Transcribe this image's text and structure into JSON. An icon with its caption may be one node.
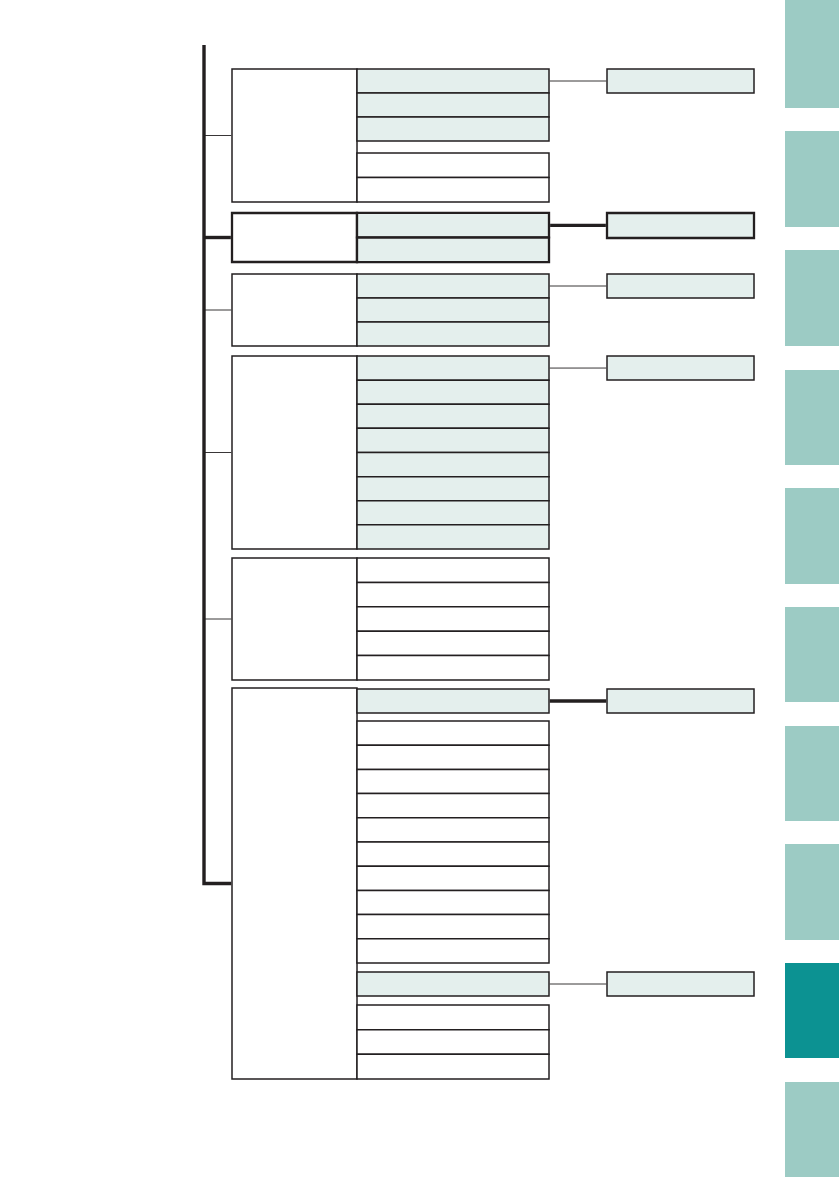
{
  "diagram": {
    "nodes": [
      {
        "text": [],
        "shape": "box"
      },
      {
        "text": [],
        "shape": "box"
      },
      {
        "text": [],
        "shape": "box"
      },
      {
        "text": [],
        "shape": "box"
      },
      {
        "text": [],
        "shape": "box"
      },
      {
        "text": [],
        "shape": "box"
      },
      {
        "text": [],
        "shape": "box"
      },
      {
        "text": [],
        "shape": "box"
      },
      {
        "text": [],
        "shape": "box"
      },
      {
        "text": [],
        "shape": "box"
      },
      {
        "text": [],
        "shape": "box"
      },
      {
        "text": [],
        "shape": "box"
      },
      {
        "text": [],
        "shape": "box"
      },
      {
        "text": [],
        "shape": "box"
      },
      {
        "text": [],
        "shape": "box"
      },
      {
        "text": [],
        "shape": "box"
      },
      {
        "text": [],
        "shape": "box"
      },
      {
        "text": [],
        "shape": "box"
      },
      {
        "text": [],
        "shape": "box"
      },
      {
        "text": [],
        "shape": "box"
      },
      {
        "text": [],
        "shape": "box"
      },
      {
        "text": [],
        "shape": "box"
      },
      {
        "text": [],
        "shape": "box"
      },
      {
        "text": [],
        "shape": "box"
      },
      {
        "text": [],
        "shape": "box"
      },
      {
        "text": [],
        "shape": "box"
      },
      {
        "text": [],
        "shape": "box"
      },
      {
        "text": [],
        "shape": "box"
      },
      {
        "text": [],
        "shape": "box"
      },
      {
        "text": [],
        "shape": "box"
      },
      {
        "text": [],
        "shape": "box"
      },
      {
        "text": [],
        "shape": "box"
      },
      {
        "text": [],
        "shape": "box"
      },
      {
        "text": [],
        "shape": "box"
      },
      {
        "text": [],
        "shape": "box"
      },
      {
        "text": [],
        "shape": "box"
      },
      {
        "text": [],
        "shape": "box"
      },
      {
        "text": [],
        "shape": "box"
      },
      {
        "text": [],
        "shape": "box"
      },
      {
        "text": [],
        "shape": "box"
      },
      {
        "text": [],
        "shape": "box"
      },
      {
        "text": [],
        "shape": "box"
      },
      {
        "text": [],
        "shape": "box"
      },
      {
        "text": [],
        "shape": "box"
      },
      {
        "text": [],
        "shape": "box"
      },
      {
        "text": [],
        "shape": "box"
      },
      {
        "text": [],
        "shape": "box"
      },
      {
        "text": [],
        "shape": "box"
      },
      {
        "text": [],
        "shape": "box"
      },
      {
        "text": [],
        "shape": "box"
      }
    ],
    "edges": [
      {
        "from": null,
        "to": 0,
        "arrow": "none"
      },
      {
        "from": null,
        "to": 7,
        "arrow": "none",
        "style": "thick"
      },
      {
        "from": null,
        "to": 11,
        "arrow": "none"
      },
      {
        "from": null,
        "to": 16,
        "arrow": "none"
      },
      {
        "from": null,
        "to": 26,
        "arrow": "none"
      },
      {
        "from": null,
        "to": 32,
        "arrow": "none",
        "style": "thick"
      },
      {
        "from": 1,
        "to": 6,
        "arrow": "none"
      },
      {
        "from": 8,
        "to": 10,
        "arrow": "none",
        "style": "thick"
      },
      {
        "from": 12,
        "to": 15,
        "arrow": "none"
      },
      {
        "from": 17,
        "to": 25,
        "arrow": "none"
      },
      {
        "from": 33,
        "to": 48,
        "arrow": "none",
        "style": "thick"
      },
      {
        "from": 44,
        "to": 49,
        "arrow": "none"
      }
    ]
  }
}
